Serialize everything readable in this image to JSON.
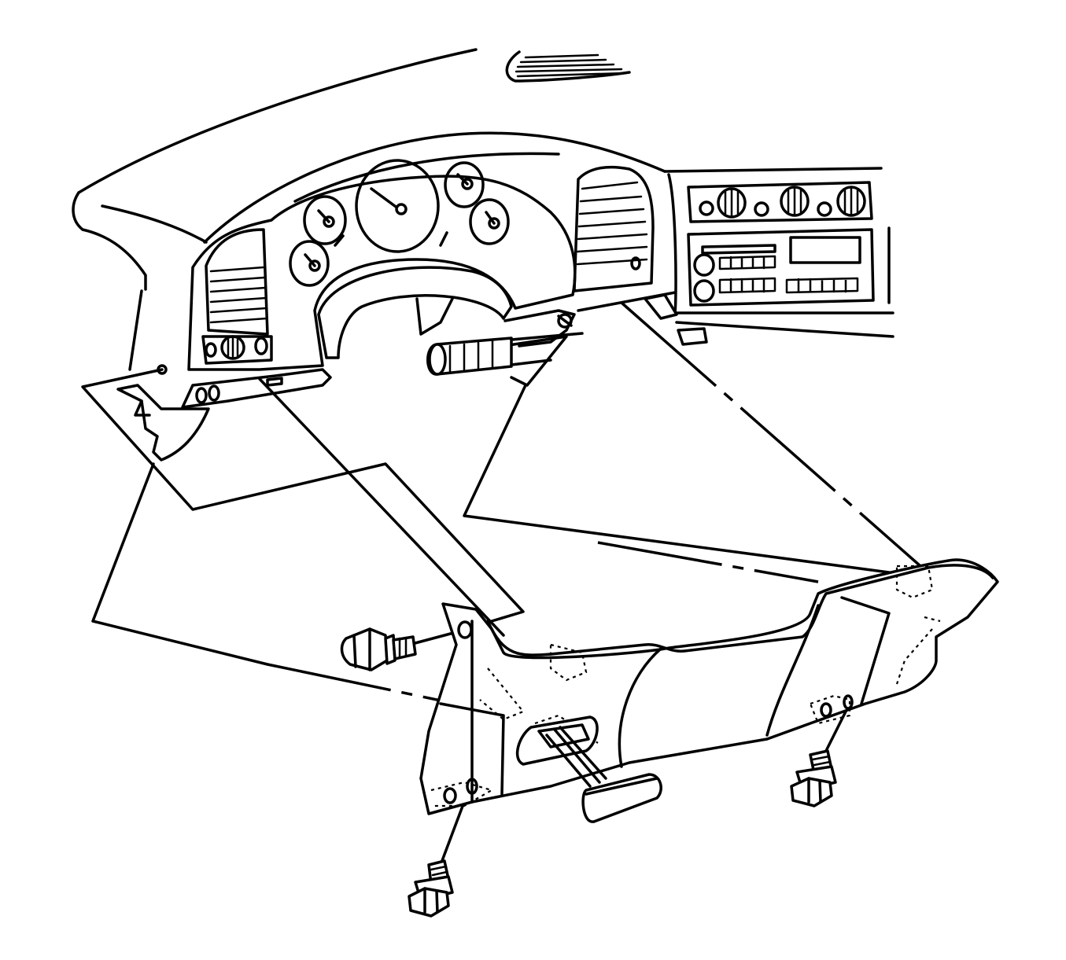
{
  "figure": {
    "subject": "instrument-panel-knee-bolster-removal",
    "components": [
      "instrument-panel",
      "instrument-cluster",
      "left-air-outlet",
      "right-air-outlet",
      "hvac-control-head",
      "radio",
      "steering-column",
      "knee-bolster-panel",
      "hood-release-handle",
      "side-bolt",
      "lower-left-bolt",
      "lower-right-bolt"
    ],
    "colors": {
      "line": "#000000",
      "background": "#ffffff"
    }
  }
}
